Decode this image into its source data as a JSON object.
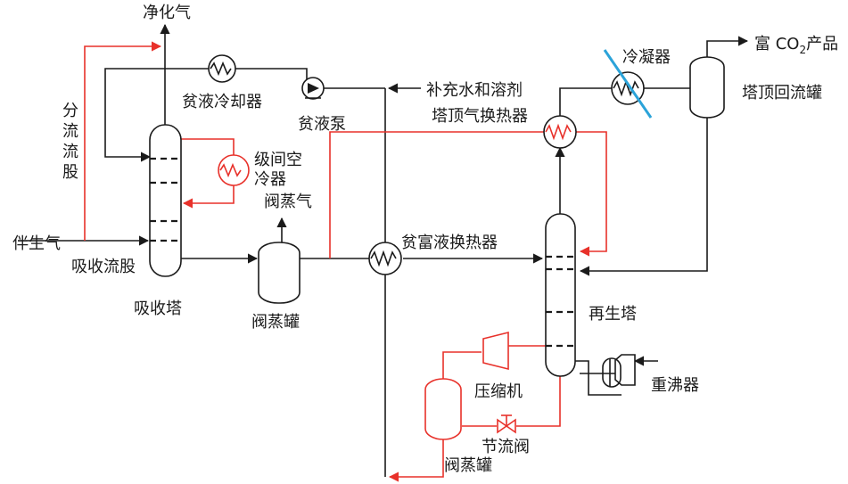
{
  "labels": {
    "purified_gas": "净化气",
    "split_stream_1": "分",
    "split_stream_2": "流",
    "split_stream_3": "流",
    "split_stream_4": "股",
    "lean_cooler": "贫液冷却器",
    "lean_pump": "贫液泵",
    "makeup": "补充水和溶剂",
    "overhead_exchanger": "塔顶气换热器",
    "condenser": "冷凝器",
    "co2_product_prefix": "富 CO",
    "co2_product_sub": "2",
    "co2_product_suffix": "产品",
    "reflux_drum": "塔顶回流罐",
    "intercooler_line1": "级间空",
    "intercooler_line2": "冷器",
    "flash_gas": "阀蒸气",
    "associated_gas": "伴生气",
    "absorb_stream": "吸收流股",
    "absorber": "吸收塔",
    "flash_drum": "阀蒸罐",
    "lean_rich_exchanger": "贫富液换热器",
    "regenerator": "再生塔",
    "compressor": "压缩机",
    "reboiler": "重沸器",
    "throttle_valve": "节流阀",
    "flash_drum_2": "阀蒸罐"
  },
  "colors": {
    "line": "#1a1a1a",
    "red_line": "#e8312a",
    "condenser_slash": "#2ba3d9"
  }
}
